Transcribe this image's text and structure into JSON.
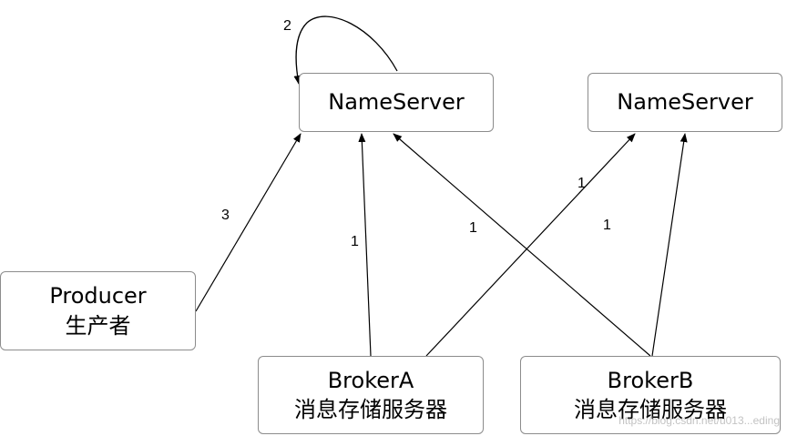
{
  "colors": {
    "border": "#8c8c8c",
    "arrow": "#000000",
    "background": "#ffffff"
  },
  "nodes": {
    "nameserver_left": {
      "label": "NameServer"
    },
    "nameserver_right": {
      "label": "NameServer"
    },
    "producer": {
      "title": "Producer",
      "subtitle": "生产者"
    },
    "broker_a": {
      "title": "BrokerA",
      "subtitle": "消息存储服务器"
    },
    "broker_b": {
      "title": "BrokerB",
      "subtitle": "消息存储服务器"
    }
  },
  "edges": [
    {
      "id": "self-loop",
      "from": "nameserver_left",
      "to": "nameserver_left",
      "label": "2"
    },
    {
      "id": "producer-ns1",
      "from": "producer",
      "to": "nameserver_left",
      "label": "3"
    },
    {
      "id": "brokerA-ns1",
      "from": "broker_a",
      "to": "nameserver_left",
      "label": "1"
    },
    {
      "id": "brokerB-ns1",
      "from": "broker_b",
      "to": "nameserver_left",
      "label": "1"
    },
    {
      "id": "brokerA-ns2",
      "from": "broker_a",
      "to": "nameserver_right",
      "label": "1"
    },
    {
      "id": "brokerB-ns2",
      "from": "broker_b",
      "to": "nameserver_right",
      "label": "1"
    }
  ],
  "watermark": "https://blog.csdn.net/u013...eding"
}
